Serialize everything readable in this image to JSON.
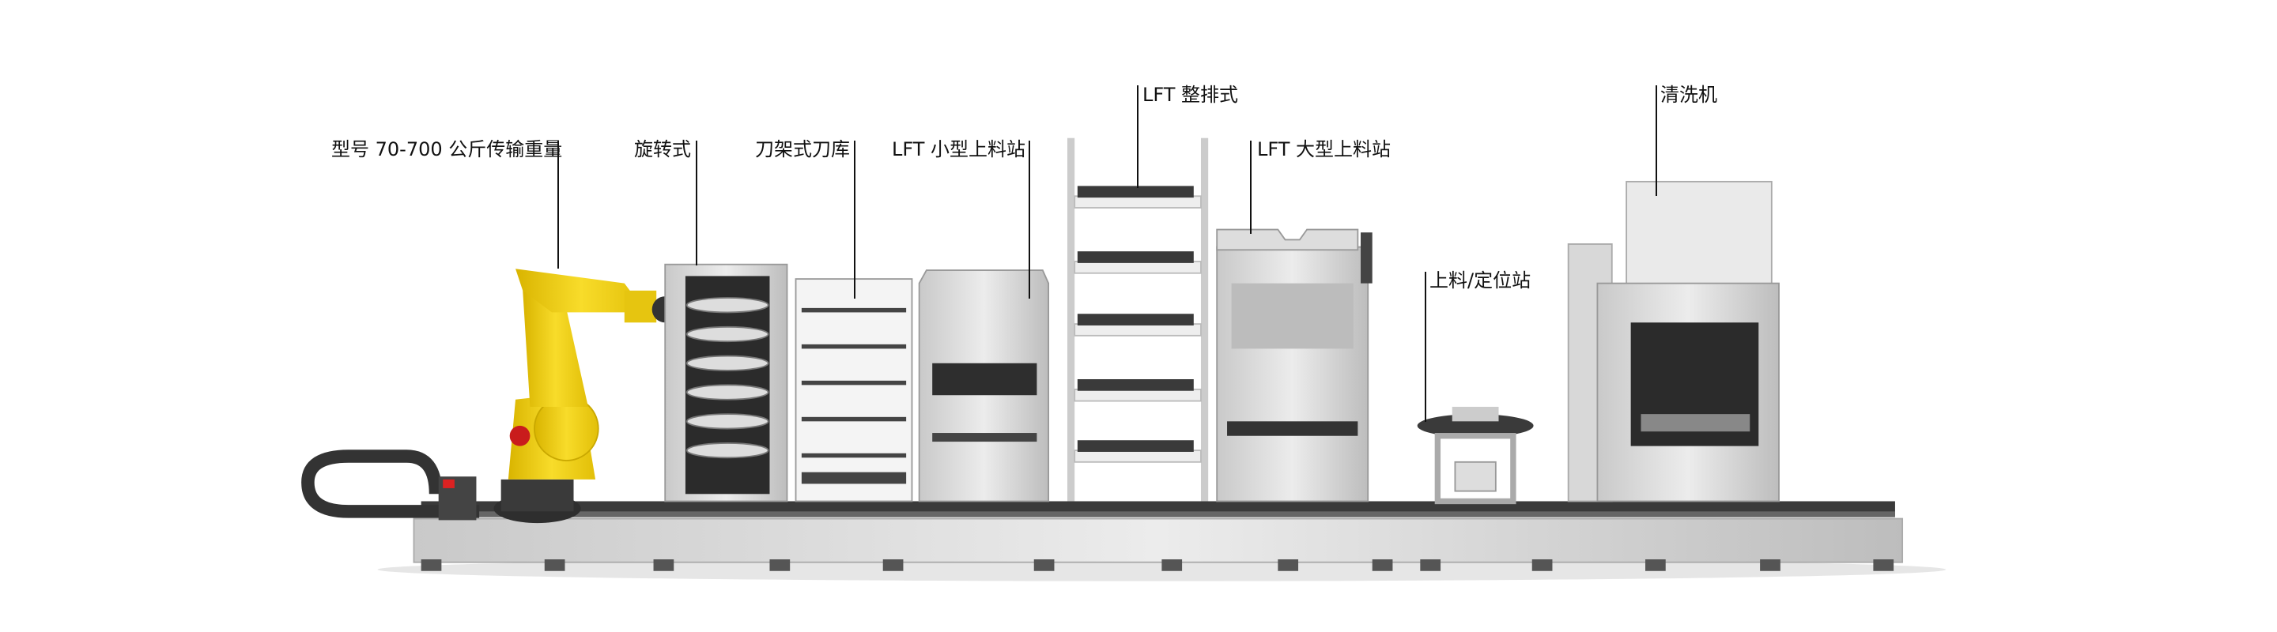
{
  "labels": {
    "robot": "型号 70-700 公斤传输重量",
    "rotary": "旋转式",
    "tool_rack": "刀架式刀库",
    "lft_small": "LFT 小型上料站",
    "lft_row": "LFT 整排式",
    "lft_large": "LFT 大型上料站",
    "loading_station": "上料/定位站",
    "washer": "清洗机"
  },
  "colors": {
    "robot_yellow": "#f5d31a",
    "rail_dark": "#3a3a3a",
    "steel": "#d9d9d9",
    "label_text": "#111111"
  }
}
